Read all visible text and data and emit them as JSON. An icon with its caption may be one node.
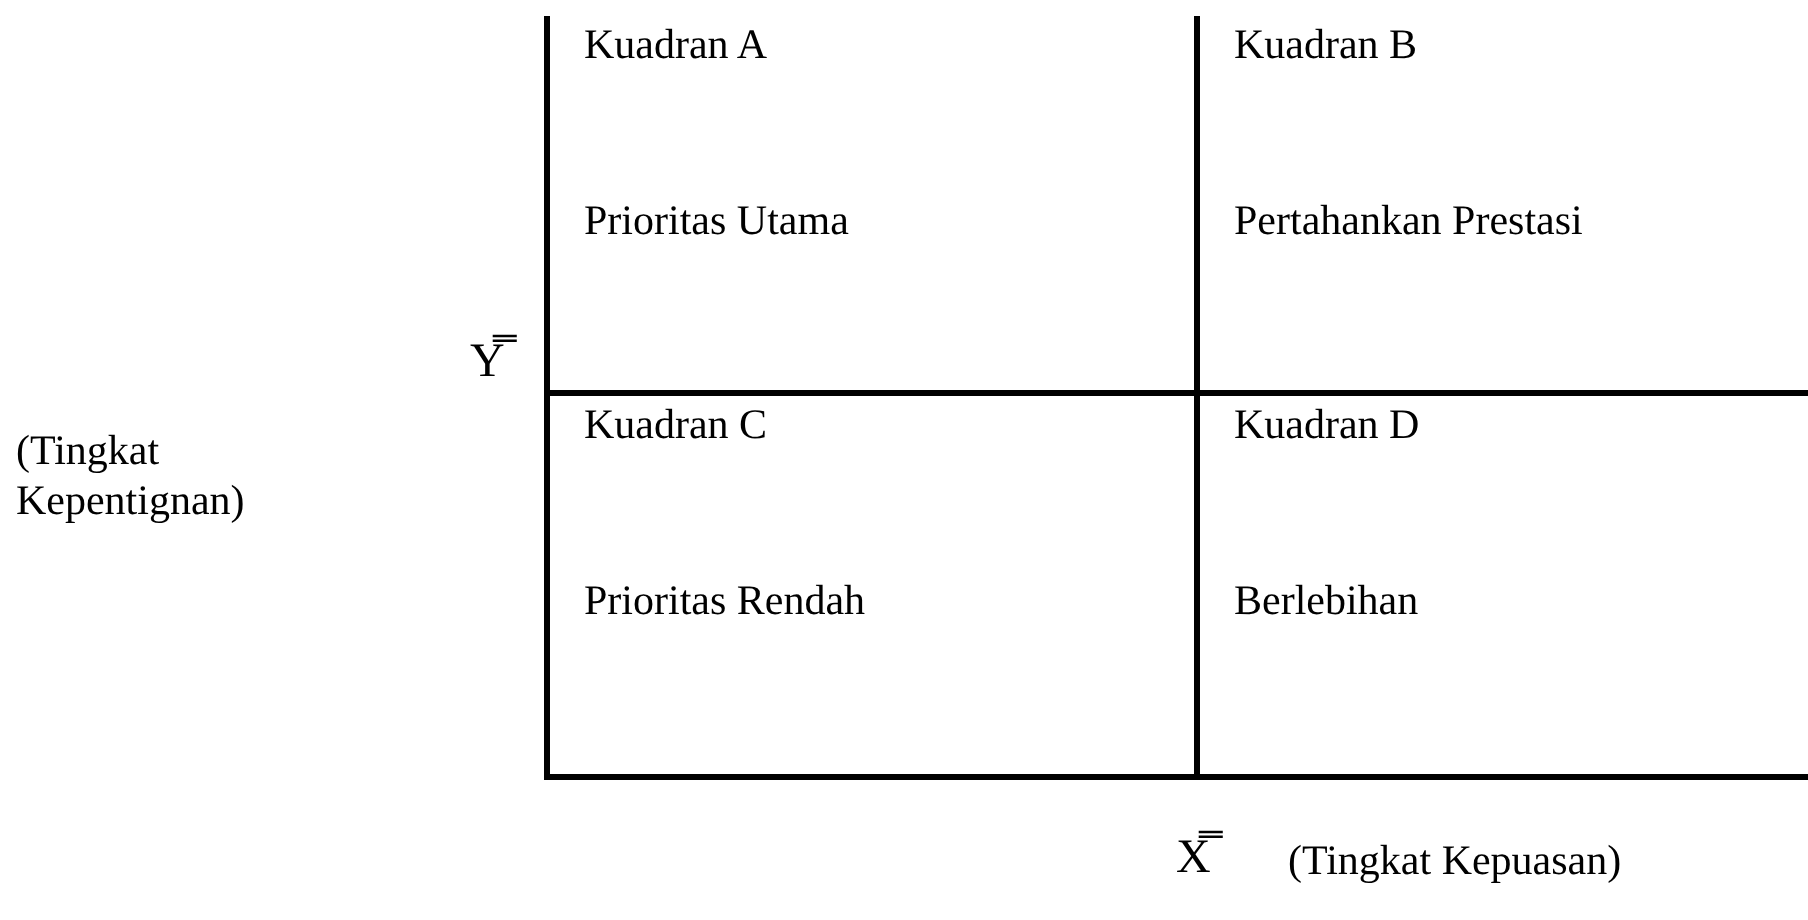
{
  "diagram": {
    "nodes": [
      {
        "text": [
          "Kuadran A",
          "Prioritas Utama"
        ]
      },
      {
        "text": [
          "Kuadran B",
          "Pertahankan Prestasi"
        ]
      },
      {
        "text": [
          "Kuadran C",
          "Prioritas Rendah"
        ]
      },
      {
        "text": [
          "Kuadran D",
          "Berlebihan"
        ]
      }
    ],
    "labels": [
      "Y̿",
      "(Tingkat Kepentignan)",
      "X̿",
      "(Tingkat Kepuasan)"
    ]
  }
}
